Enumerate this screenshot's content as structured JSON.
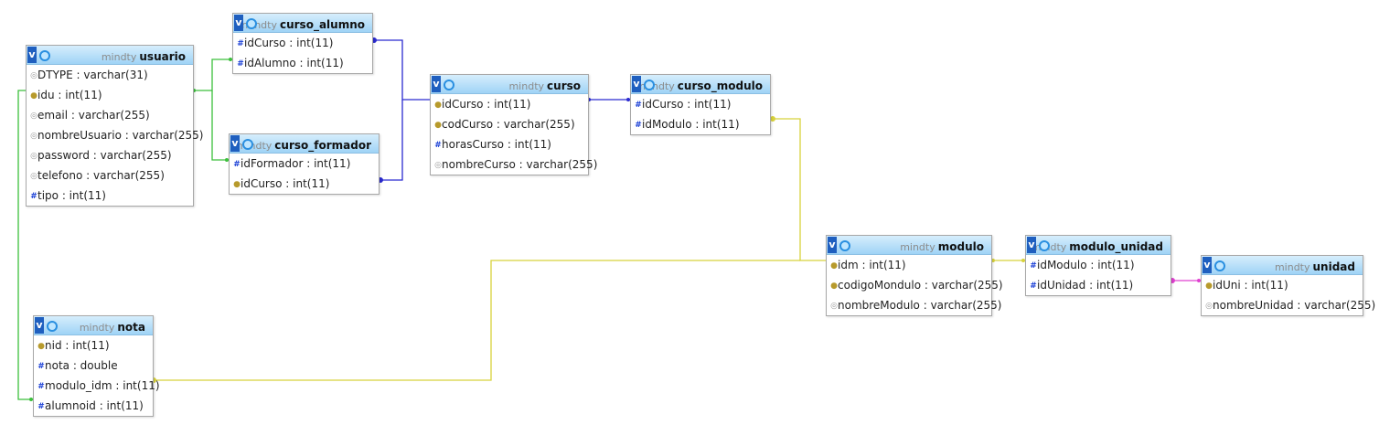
{
  "database": "mindty",
  "colors": {
    "header_top": "#d6eefc",
    "header_bottom": "#9fd3f6",
    "link_green": "#3cbf3c",
    "link_blue": "#2b2bd0",
    "link_yellow": "#d8d23c",
    "link_magenta": "#e040d0"
  },
  "tables": {
    "usuario": {
      "name": "usuario",
      "columns": [
        {
          "text": "DTYPE : varchar(31)",
          "icon": "text-column-icon"
        },
        {
          "text": "idu : int(11)",
          "icon": "key-icon"
        },
        {
          "text": "email : varchar(255)",
          "icon": "text-column-icon"
        },
        {
          "text": "nombreUsuario : varchar(255)",
          "icon": "text-column-icon"
        },
        {
          "text": "password : varchar(255)",
          "icon": "text-column-icon"
        },
        {
          "text": "telefono : varchar(255)",
          "icon": "text-column-icon"
        },
        {
          "text": "tipo : int(11)",
          "icon": "numeric-column-icon"
        }
      ]
    },
    "curso_alumno": {
      "name": "curso_alumno",
      "columns": [
        {
          "text": "idCurso : int(11)",
          "icon": "numeric-column-icon"
        },
        {
          "text": "idAlumno : int(11)",
          "icon": "numeric-column-icon"
        }
      ]
    },
    "curso_formador": {
      "name": "curso_formador",
      "columns": [
        {
          "text": "idFormador : int(11)",
          "icon": "numeric-column-icon"
        },
        {
          "text": "idCurso : int(11)",
          "icon": "key-icon"
        }
      ]
    },
    "curso": {
      "name": "curso",
      "columns": [
        {
          "text": "idCurso : int(11)",
          "icon": "key-icon"
        },
        {
          "text": "codCurso : varchar(255)",
          "icon": "key-icon"
        },
        {
          "text": "horasCurso : int(11)",
          "icon": "numeric-column-icon"
        },
        {
          "text": "nombreCurso : varchar(255)",
          "icon": "text-column-icon"
        }
      ]
    },
    "curso_modulo": {
      "name": "curso_modulo",
      "columns": [
        {
          "text": "idCurso : int(11)",
          "icon": "numeric-column-icon"
        },
        {
          "text": "idModulo : int(11)",
          "icon": "numeric-column-icon"
        }
      ]
    },
    "modulo": {
      "name": "modulo",
      "columns": [
        {
          "text": "idm : int(11)",
          "icon": "key-icon"
        },
        {
          "text": "codigoMondulo : varchar(255)",
          "icon": "key-icon"
        },
        {
          "text": "nombreModulo : varchar(255)",
          "icon": "text-column-icon"
        }
      ]
    },
    "modulo_unidad": {
      "name": "modulo_unidad",
      "columns": [
        {
          "text": "idModulo : int(11)",
          "icon": "numeric-column-icon"
        },
        {
          "text": "idUnidad : int(11)",
          "icon": "numeric-column-icon"
        }
      ]
    },
    "unidad": {
      "name": "unidad",
      "columns": [
        {
          "text": "idUni : int(11)",
          "icon": "key-icon"
        },
        {
          "text": "nombreUnidad : varchar(255)",
          "icon": "text-column-icon"
        }
      ]
    },
    "nota": {
      "name": "nota",
      "columns": [
        {
          "text": "nid : int(11)",
          "icon": "key-icon"
        },
        {
          "text": "nota : double",
          "icon": "numeric-column-icon"
        },
        {
          "text": "modulo_idm : int(11)",
          "icon": "numeric-column-icon"
        },
        {
          "text": "alumnoid : int(11)",
          "icon": "numeric-column-icon"
        }
      ]
    }
  }
}
